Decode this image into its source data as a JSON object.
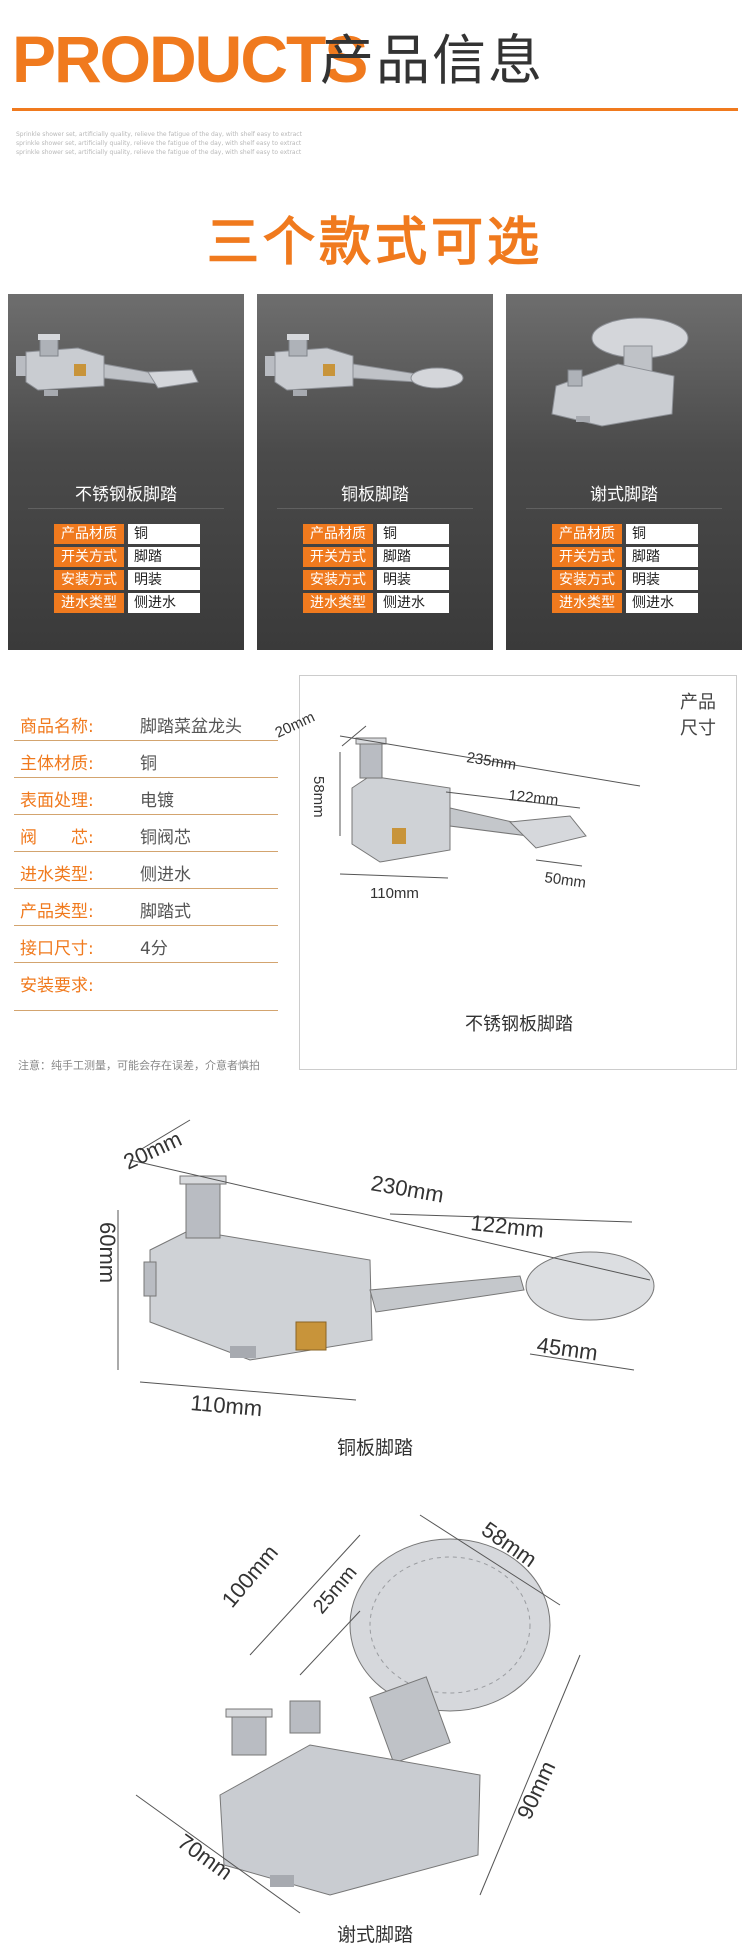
{
  "header": {
    "products": "PRODUCTS",
    "title_cn": "产品信息",
    "small_text": "Sprinkle shower set, artificially quality, relieve the fatigue of the day, with shelf easy to extract sprinkle shower set, artificially quality, relieve the fatigue of the day, with shelf easy to extract sprinkle shower set, artificially quality, relieve the fatigue of the day, with shelf easy to extract"
  },
  "section_title": "三个款式可选",
  "cards": [
    {
      "name": "不锈钢板脚踏",
      "specs": [
        {
          "key": "产品材质",
          "value": "铜"
        },
        {
          "key": "开关方式",
          "value": "脚踏"
        },
        {
          "key": "安装方式",
          "value": "明装"
        },
        {
          "key": "进水类型",
          "value": "侧进水"
        }
      ]
    },
    {
      "name": "铜板脚踏",
      "specs": [
        {
          "key": "产品材质",
          "value": "铜"
        },
        {
          "key": "开关方式",
          "value": "脚踏"
        },
        {
          "key": "安装方式",
          "value": "明装"
        },
        {
          "key": "进水类型",
          "value": "侧进水"
        }
      ]
    },
    {
      "name": "谢式脚踏",
      "specs": [
        {
          "key": "产品材质",
          "value": "铜"
        },
        {
          "key": "开关方式",
          "value": "脚踏"
        },
        {
          "key": "安装方式",
          "value": "明装"
        },
        {
          "key": "进水类型",
          "value": "侧进水"
        }
      ]
    }
  ],
  "params": [
    {
      "key": "商品名称:",
      "value": "脚踏菜盆龙头"
    },
    {
      "key": "主体材质:",
      "value": "铜"
    },
    {
      "key": "表面处理:",
      "value": "电镀"
    },
    {
      "key": "阀　　芯:",
      "value": "铜阀芯"
    },
    {
      "key": "进水类型:",
      "value": "侧进水"
    },
    {
      "key": "产品类型:",
      "value": "脚踏式"
    },
    {
      "key": "接口尺寸:",
      "value": "4分"
    },
    {
      "key": "安装要求:",
      "value": ""
    }
  ],
  "note": "注意：纯手工测量，可能会存在误差，介意者慎拍",
  "dimension_box": {
    "size_label": "产品尺寸",
    "product_label": "不锈钢板脚踏",
    "dims": {
      "total": "235mm",
      "inlet": "20mm",
      "height": "58mm",
      "lever": "122mm",
      "body": "110mm",
      "pedal": "50mm"
    }
  },
  "copper": {
    "label": "铜板脚踏",
    "dims": {
      "inlet": "20mm",
      "total": "230mm",
      "height": "60mm",
      "lever": "122mm",
      "body": "110mm",
      "pedal": "45mm"
    }
  },
  "xie": {
    "label": "谢式脚踏",
    "dims": {
      "height": "100mm",
      "neck": "25mm",
      "pedal": "58mm",
      "width": "90mm",
      "base": "70mm"
    }
  },
  "colors": {
    "accent": "#f07a1e",
    "card_bg": "#4a4a4a",
    "chrome": "#c9ccd1",
    "brass": "#c8943a"
  }
}
